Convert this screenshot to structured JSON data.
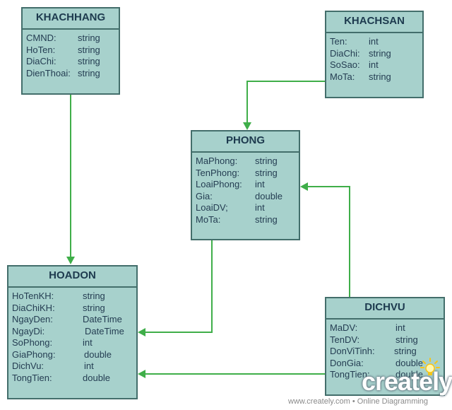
{
  "classes": {
    "khachhang": {
      "name": "KHACHHANG",
      "attributes": [
        {
          "name": "CMND:",
          "type": "string"
        },
        {
          "name": "HoTen:",
          "type": "string"
        },
        {
          "name": "DiaChi:",
          "type": "string"
        },
        {
          "name": "DienThoai:",
          "type": "string"
        }
      ]
    },
    "khachsan": {
      "name": "KHACHSAN",
      "attributes": [
        {
          "name": "Ten:",
          "type": "int"
        },
        {
          "name": "DiaChi:",
          "type": "string"
        },
        {
          "name": "SoSao:",
          "type": "int"
        },
        {
          "name": "MoTa:",
          "type": "string"
        }
      ]
    },
    "phong": {
      "name": "PHONG",
      "attributes": [
        {
          "name": "MaPhong:",
          "type": "string"
        },
        {
          "name": "TenPhong:",
          "type": "string"
        },
        {
          "name": "LoaiPhong:",
          "type": "int"
        },
        {
          "name": "Gia:",
          "type": "double"
        },
        {
          "name": "LoaiDV;",
          "type": "int"
        },
        {
          "name": "MoTa:",
          "type": "string"
        }
      ]
    },
    "hoadon": {
      "name": "HOADON",
      "attributes": [
        {
          "name": "HoTenKH:",
          "type": "string"
        },
        {
          "name": "DiaChiKH:",
          "type": "string"
        },
        {
          "name": "NgayDen:",
          "type": "DateTime"
        },
        {
          "name": "NgayDi:",
          "type": "DateTime"
        },
        {
          "name": "SoPhong:",
          "type": "int"
        },
        {
          "name": "GiaPhong:",
          "type": "double"
        },
        {
          "name": "DichVu:",
          "type": "int"
        },
        {
          "name": "TongTien:",
          "type": "double"
        }
      ]
    },
    "dichvu": {
      "name": "DICHVU",
      "attributes": [
        {
          "name": "MaDV:",
          "type": "int"
        },
        {
          "name": "TenDV:",
          "type": "string"
        },
        {
          "name": "DonViTinh:",
          "type": "string"
        },
        {
          "name": "DonGia:",
          "type": "double"
        },
        {
          "name": "TongTien:",
          "type": "double"
        }
      ]
    }
  },
  "connectors": [
    {
      "from": "KHACHHANG",
      "to": "HOADON"
    },
    {
      "from": "KHACHSAN",
      "to": "PHONG"
    },
    {
      "from": "PHONG",
      "to": "HOADON"
    },
    {
      "from": "DICHVU",
      "to": "PHONG"
    },
    {
      "from": "DICHVU",
      "to": "HOADON"
    }
  ],
  "colors": {
    "box_fill": "#a7d1cc",
    "box_border": "#436e6b",
    "title_text": "#1d3a4e",
    "attr_text": "#243d52",
    "connector": "#3fae49"
  },
  "branding": {
    "logo_text": "creately",
    "footer_text": "www.creately.com • Online Diagramming"
  }
}
